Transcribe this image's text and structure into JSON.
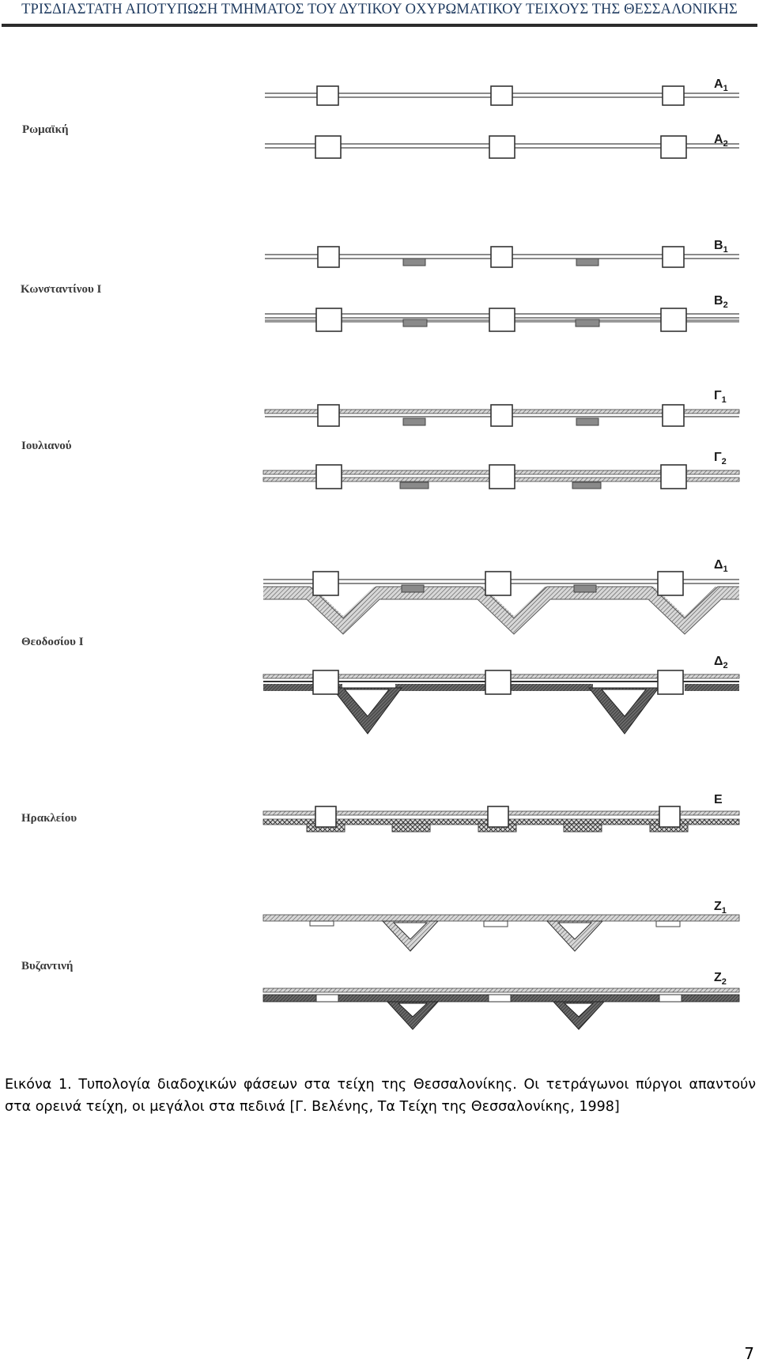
{
  "header": {
    "title": "ΤΡΙΣΔΙΑΣΤΑΤΗ ΑΠΟΤΥΠΩΣΗ ΤΜΗΜΑΤΟΣ ΤΟΥ ΔΥΤΙΚΟΥ ΟΧΥΡΩΜΑΤΙΚΟΥ ΤΕΙΧΟΥΣ ΤΗΣ ΘΕΣΣΑΛΟΝΙΚΗΣ"
  },
  "figure": {
    "phases": [
      {
        "label": "Ρωμαϊκή",
        "variants": [
          {
            "letter": "A",
            "sub": "1"
          },
          {
            "letter": "A",
            "sub": "2"
          }
        ]
      },
      {
        "label": "Κωνσταντίνου Ι",
        "variants": [
          {
            "letter": "B",
            "sub": "1"
          },
          {
            "letter": "B",
            "sub": "2"
          }
        ]
      },
      {
        "label": "Ιουλιανού",
        "variants": [
          {
            "letter": "Γ",
            "sub": "1"
          },
          {
            "letter": "Γ",
            "sub": "2"
          }
        ]
      },
      {
        "label": "Θεοδοσίου Ι",
        "variants": [
          {
            "letter": "Δ",
            "sub": "1"
          },
          {
            "letter": "Δ",
            "sub": "2"
          }
        ]
      },
      {
        "label": "Ηρακλείου",
        "variants": [
          {
            "letter": "E",
            "sub": ""
          }
        ]
      },
      {
        "label": "Βυζαντινή",
        "variants": [
          {
            "letter": "Z",
            "sub": "1"
          },
          {
            "letter": "Z",
            "sub": "2"
          }
        ]
      }
    ]
  },
  "caption": {
    "text": "Εικόνα 1. Τυπολογία διαδοχικών φάσεων στα τείχη της Θεσσαλονίκης. Οι τετράγωνοι πύργοι απαντούν στα ορεινά τείχη, οι μεγάλοι στα πεδινά [Γ. Βελένης, Τα Τείχη της Θεσσαλονίκης, 1998]"
  },
  "page_number": "7"
}
